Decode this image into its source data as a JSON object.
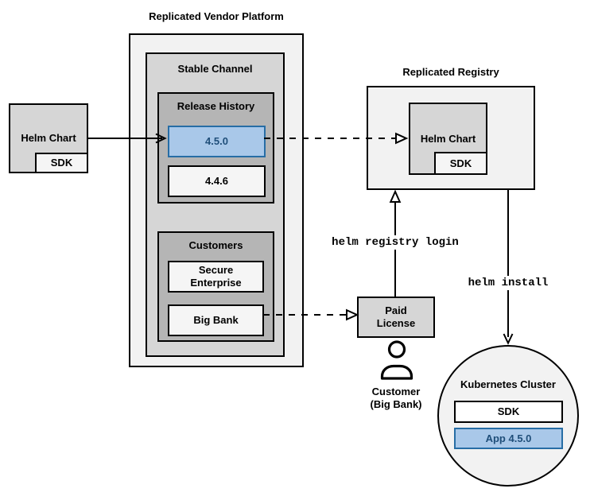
{
  "vendor_platform": {
    "title": "Replicated Vendor Platform",
    "stable_channel": {
      "title": "Stable Channel",
      "release_history": {
        "title": "Release History",
        "releases": [
          {
            "version": "4.5.0",
            "highlighted": true
          },
          {
            "version": "4.4.6",
            "highlighted": false
          }
        ]
      },
      "customers": {
        "title": "Customers",
        "items": [
          {
            "name": "Secure Enterprise"
          },
          {
            "name": "Big Bank"
          }
        ]
      }
    }
  },
  "helm_chart_source": {
    "label": "Helm Chart",
    "sdk": "SDK"
  },
  "registry": {
    "title": "Replicated Registry",
    "helm_chart": "Helm Chart",
    "sdk": "SDK"
  },
  "paid_license": {
    "label": "Paid License"
  },
  "customer": {
    "line1": "Customer",
    "line2": "(Big Bank)"
  },
  "kubernetes": {
    "title": "Kubernetes Cluster",
    "sdk": "SDK",
    "app": "App 4.5.0"
  },
  "commands": {
    "registry_login": "helm registry login",
    "install": "helm install"
  },
  "colors": {
    "highlight_fill": "#a9c8e9",
    "highlight_border": "#276da5",
    "highlight_text": "#1f4e79",
    "container_light": "#f2f2f2",
    "container_medium": "#d6d6d6",
    "container_dark": "#b5b5b5",
    "chip_fill": "#f5f5f5",
    "line": "#000000"
  }
}
